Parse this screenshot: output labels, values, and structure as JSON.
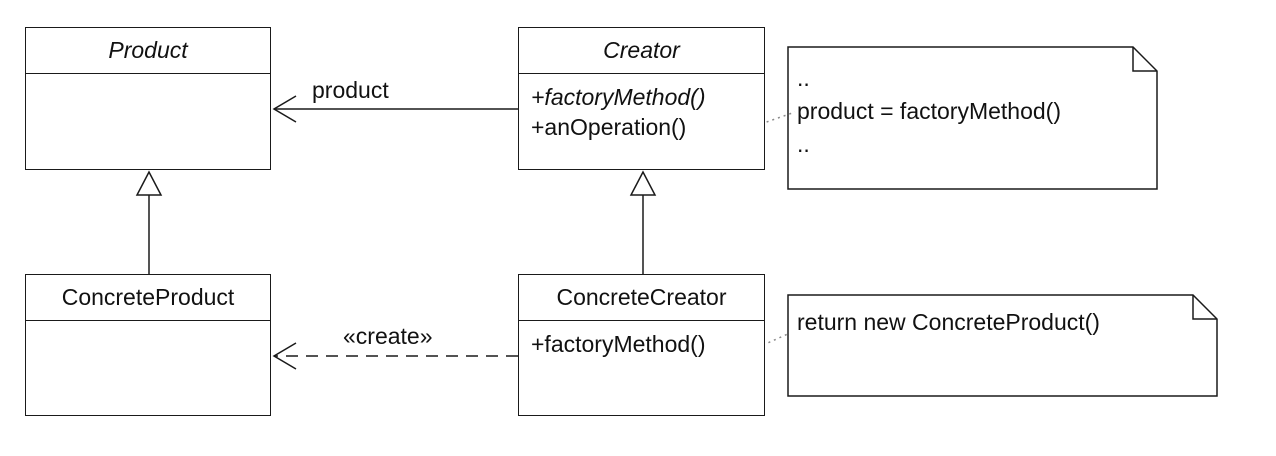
{
  "classes": {
    "product": {
      "name": "Product",
      "operations": []
    },
    "creator": {
      "name": "Creator",
      "operations": [
        "+factoryMethod()",
        "+anOperation()"
      ]
    },
    "concrete_product": {
      "name": "ConcreteProduct",
      "operations": []
    },
    "concrete_creator": {
      "name": "ConcreteCreator",
      "operations": [
        "+factoryMethod()"
      ]
    }
  },
  "edges": {
    "association_label": "product",
    "dependency_label": "«create»"
  },
  "notes": {
    "factory": [
      "..",
      "product = factoryMethod()",
      ".."
    ],
    "return": [
      "return new ConcreteProduct()"
    ]
  }
}
